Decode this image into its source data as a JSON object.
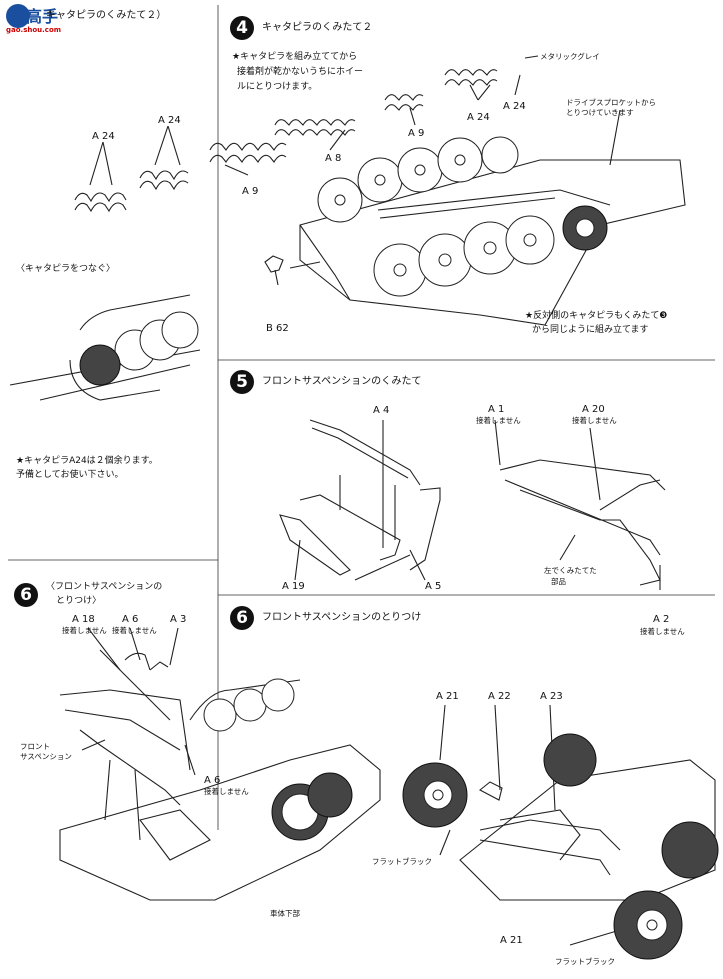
{
  "watermark": {
    "title": "高手",
    "url": "gao.shou.com"
  },
  "section_top_left": {
    "label": "キャタピラのくみたて２）"
  },
  "step4": {
    "number": "4",
    "title": "キャタピラのくみたて２",
    "note_lines": [
      "★キャタピラを組み立ててから",
      "接着剤が乾かないうちにホイー",
      "ルにとりつけます。"
    ],
    "color_note": "メタリックグレイ",
    "sprocket_note_lines": [
      "ドライブスプロケットから",
      "とりつけていきます"
    ],
    "opposite_lines": [
      "★反対側のキャタピラもくみたて❸",
      "から同じように組み立てます"
    ]
  },
  "connect": {
    "label": "〈キャタピラをつなぐ〉",
    "spare_lines": [
      "★キャタピラA24は２個余ります。",
      "予備としてお使い下さい。"
    ]
  },
  "step5": {
    "number": "5",
    "title": "フロントサスペンションのくみたて",
    "no_glue": "接着しません",
    "left_built": [
      "左でくみたてた",
      "部品"
    ]
  },
  "step6a": {
    "number": "6",
    "title_lines": [
      "〈フロントサスペンションの",
      "とりつけ〉"
    ],
    "no_glue": "接着しません",
    "front_susp": [
      "フロント",
      "サスペンション"
    ],
    "lower_hull": "車体下部"
  },
  "step6b": {
    "number": "6",
    "title": "フロントサスペンションのとりつけ",
    "flat_black": "フラットブラック"
  },
  "parts": {
    "a24": "A 24",
    "a9": "A 9",
    "a8": "A 8",
    "b62": "B 62",
    "a4": "A 4",
    "a1": "A 1",
    "a20": "A 20",
    "a19": "A 19",
    "a5": "A 5",
    "a2": "A 2",
    "a18": "A 18",
    "a6": "A 6",
    "a3": "A 3",
    "a21": "A 21",
    "a22": "A 22",
    "a23": "A 23"
  }
}
